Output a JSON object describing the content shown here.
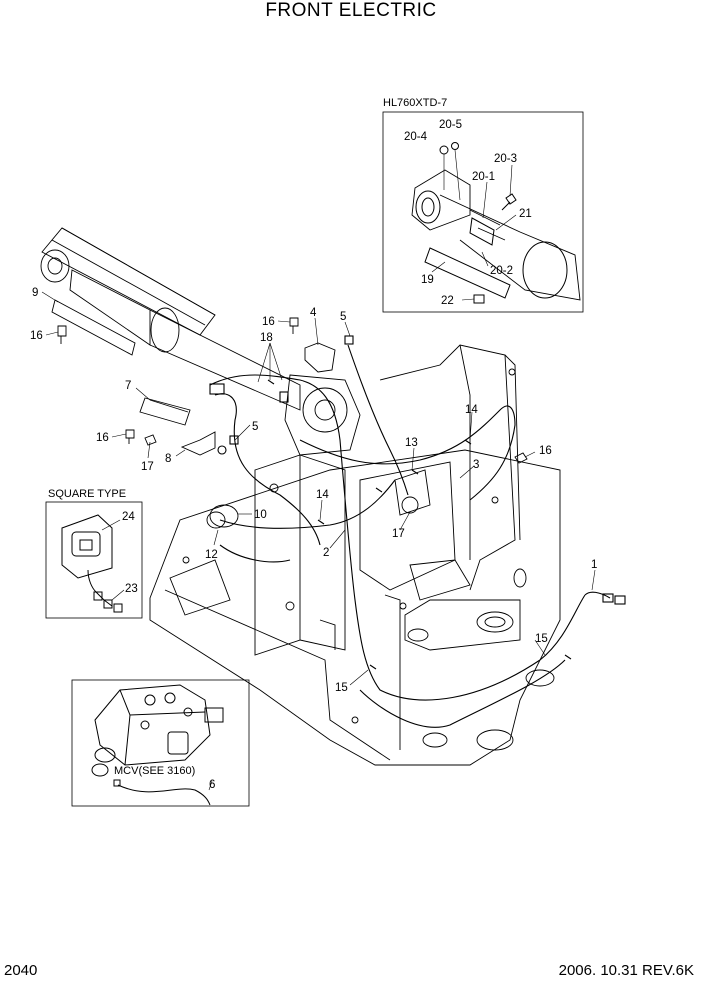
{
  "page": {
    "title": "FRONT ELECTRIC",
    "page_number": "2040",
    "revision": "2006. 10.31  REV.6K"
  },
  "insets": {
    "model": "HL760XTD-7",
    "square_type": "SQUARE TYPE",
    "mcv_note": "MCV(SEE 3160)"
  },
  "callouts": {
    "c1": "1",
    "c2": "2",
    "c3": "3",
    "c4": "4",
    "c5a": "5",
    "c5b": "5",
    "c6": "6",
    "c7": "7",
    "c8": "8",
    "c9": "9",
    "c10": "10",
    "c12": "12",
    "c13": "13",
    "c14a": "14",
    "c14b": "14",
    "c15a": "15",
    "c15b": "15",
    "c16a": "16",
    "c16b": "16",
    "c16c": "16",
    "c16d": "16",
    "c17a": "17",
    "c17b": "17",
    "c18": "18",
    "c19": "19",
    "c20_1": "20-1",
    "c20_2": "20-2",
    "c20_3": "20-3",
    "c20_4": "20-4",
    "c20_5": "20-5",
    "c21": "21",
    "c22": "22",
    "c23": "23",
    "c24": "24"
  }
}
